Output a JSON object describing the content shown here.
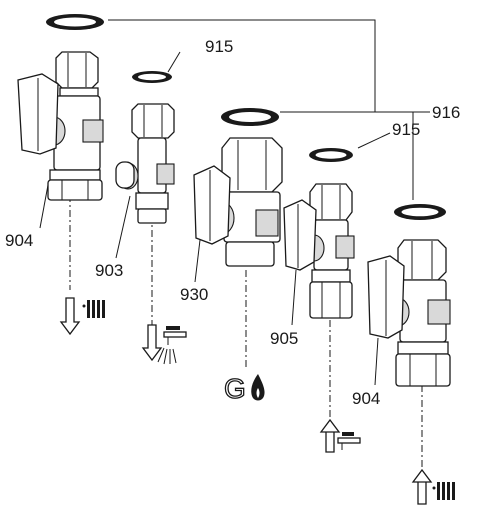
{
  "labels": {
    "washer_top": "915",
    "washer_mid": "915",
    "washer_group": "916",
    "valve_heating_left": "904",
    "valve_tap": "903",
    "valve_gas": "930",
    "valve_cold": "905",
    "valve_heating_right": "904"
  },
  "symbols": {
    "gas_letter": "G",
    "heating_flow_icon": "radiator-icon",
    "tap_outlet_icon": "tap-outlet-icon",
    "gas_icon": "gas-flame-icon",
    "cold_water_icon": "tap-inlet-icon",
    "heating_return_icon": "radiator-icon"
  },
  "colors": {
    "line": "#1a1a1a",
    "shade": "#d9d9d9",
    "background": "#ffffff"
  }
}
